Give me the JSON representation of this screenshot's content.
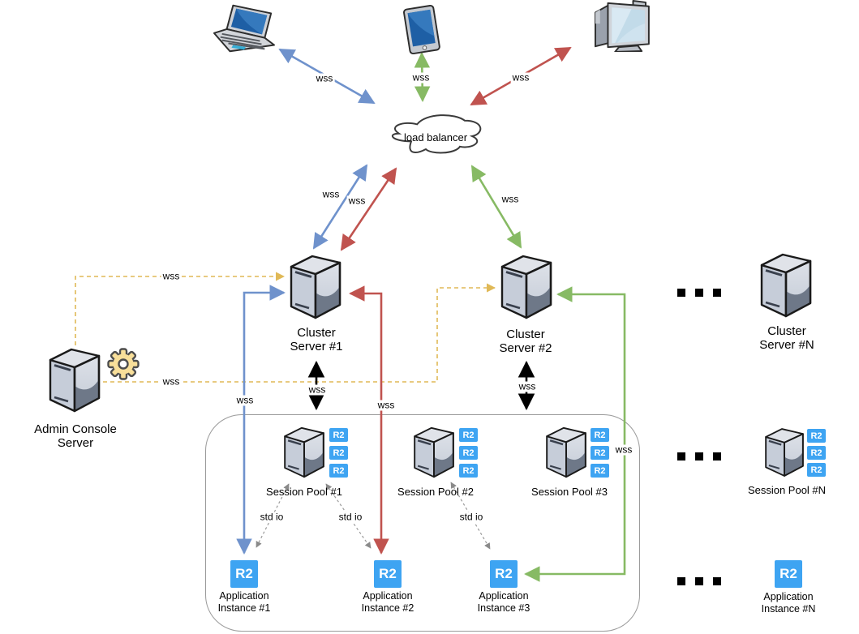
{
  "cloud_label": "load balancer",
  "badge_label": "R2",
  "edge_labels": {
    "wss": "wss",
    "stdio": "std io"
  },
  "nodes": {
    "cluster1": "Cluster\nServer #1",
    "cluster2": "Cluster\nServer #2",
    "clusterN": "Cluster\nServer #N",
    "admin": "Admin Console\nServer",
    "pool1": "Session Pool #1",
    "pool2": "Session Pool #2",
    "pool3": "Session Pool #3",
    "poolN": "Session Pool #N",
    "app1": "Application\nInstance #1",
    "app2": "Application\nInstance #2",
    "app3": "Application\nInstance #3",
    "appN": "Application\nInstance #N"
  },
  "icons": {
    "laptop-icon": "laptop client device",
    "tablet-icon": "tablet client device",
    "desktop-icon": "desktop terminal client device",
    "cloud-icon": "load balancer cloud",
    "server-icon": "3d server box",
    "gear-icon": "yellow gear / admin settings",
    "r2-badge": "blue R2 application square",
    "ellipsis-icon": "three black squares (continuation dots)"
  },
  "colors": {
    "edge_blue": "#6f92cc",
    "edge_red": "#c0534f",
    "edge_green": "#87ba64",
    "edge_orange_dashed": "#e0b957",
    "edge_black": "#000000",
    "edge_gray_dashed": "#9a9a9a",
    "r2_blue": "#3ea4f2",
    "gear_yellow": "#f8df9a",
    "container_border": "#9a9a9a"
  }
}
